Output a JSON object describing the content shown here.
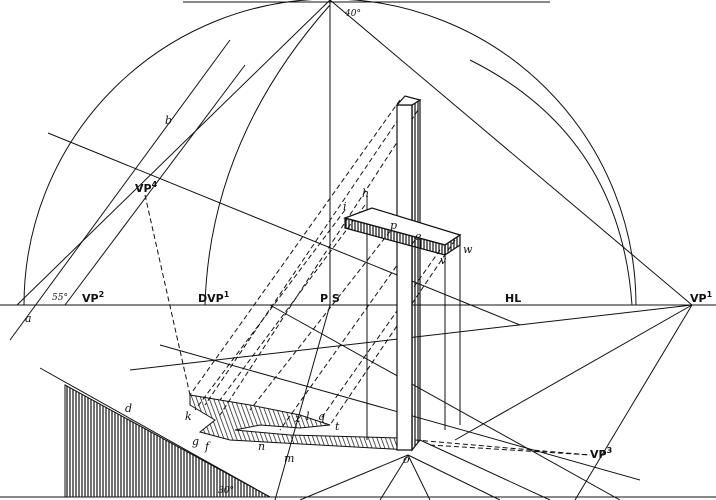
{
  "figure": {
    "angles": {
      "top": "40°",
      "left": "55°",
      "bottom": "30°"
    },
    "horizon_label": "HL",
    "station_point_label": "P S",
    "vanishing_points": {
      "vp1_left": {
        "base": "VP",
        "sup": "2"
      },
      "dvp": {
        "base": "DVP",
        "sup": "1"
      },
      "vp1_right": {
        "base": "VP",
        "sup": "1"
      },
      "vp3": {
        "base": "VP",
        "sup": "3"
      },
      "vp4": {
        "base": "VP",
        "sup": "4"
      }
    },
    "point_labels": {
      "a": "a",
      "b": "b",
      "d": "d",
      "e": "e",
      "f": "f",
      "g": "g",
      "h": "h",
      "i": "i",
      "k": "k",
      "l": "l",
      "m": "m",
      "n": "n",
      "o": "o",
      "p": "p",
      "q": "q",
      "t": "t",
      "v": "v",
      "w": "w",
      "z": "z"
    },
    "colors": {
      "ink": "#111111",
      "paper": "#ffffff"
    }
  }
}
